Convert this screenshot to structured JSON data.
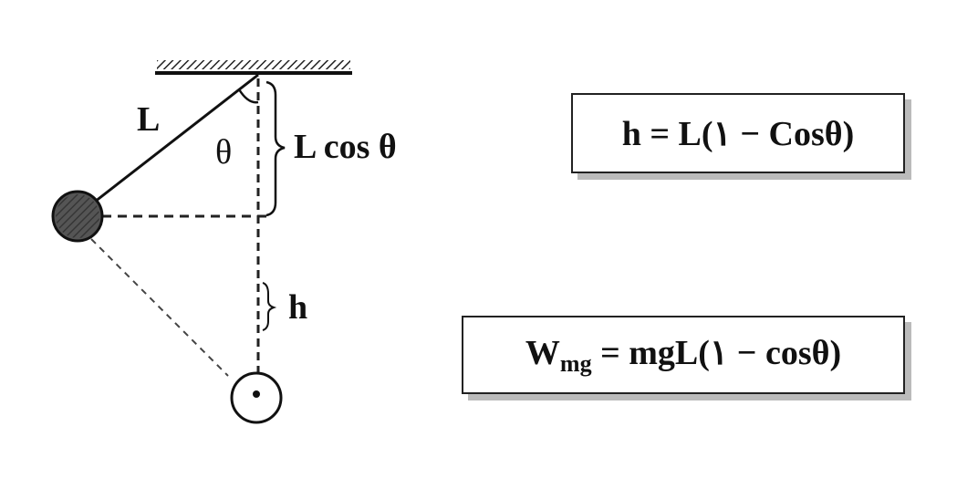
{
  "labels": {
    "length": "L",
    "angle": "θ",
    "vertical_component": "L cos θ",
    "height": "h"
  },
  "formulas": {
    "height_formula": "h = L(۱ − Cosθ)",
    "work_prefix": "W",
    "work_subscript": "mg",
    "work_formula_rest": " = mgL(۱ − cosθ)"
  }
}
